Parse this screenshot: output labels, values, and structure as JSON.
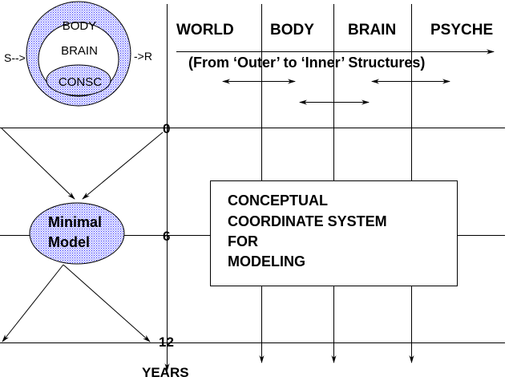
{
  "inset": {
    "outer_label": "BODY",
    "middle_label": "BRAIN",
    "inner_label": "CONSC",
    "stimulus_label": "S-->",
    "response_label": "->R"
  },
  "columns": [
    "WORLD",
    "BODY",
    "BRAIN",
    "PSYCHE"
  ],
  "direction_caption": "(From ‘Outer’ to ‘Inner’ Structures)",
  "age_ticks": [
    "0",
    "6",
    "12"
  ],
  "axis_label": "YEARS",
  "minimal_model": [
    "Minimal",
    "Model"
  ],
  "center_box": [
    "CONCEPTUAL",
    "COORDINATE SYSTEM",
    "FOR",
    "MODELING"
  ],
  "colors": {
    "fill_dots": "#3a3aff",
    "fill_bg": "#d9d9ff",
    "line": "#000000"
  }
}
